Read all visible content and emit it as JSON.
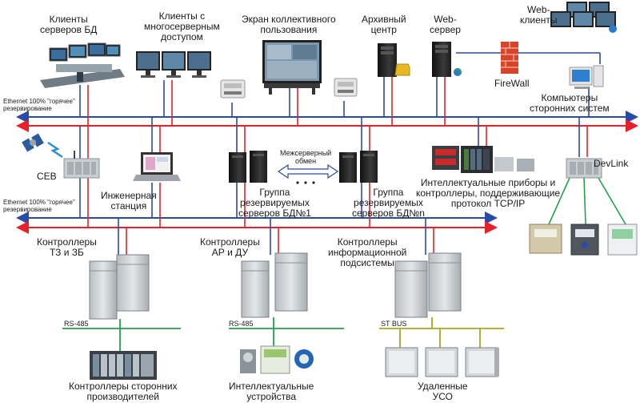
{
  "colors": {
    "bus_red": "#e8202a",
    "bus_blue": "#2b4aa8",
    "rs485_green": "#22a24a",
    "stbus_olive": "#a8a81e",
    "server_grey": "#cfd3d6",
    "server_dark": "#2a2a2a"
  },
  "labels": {
    "db_clients": "Клиенты\nсерверов БД",
    "multiserver_clients": "Клиенты с\nмногосерверным\nдоступом",
    "group_screen": "Экран коллективного\nпользования",
    "archive_center": "Архивный\nцентр",
    "web_server": "Web-\nсервер",
    "web_clients": "Web-\nклиенты",
    "firewall": "FireWall",
    "third_party_computers": "Компьютеры\nсторонних систем",
    "ethernet_top": "Ethernet 100% \"горячее\"\nрезервирование",
    "ethernet_mid": "Ethernet 100% \"горячее\"\nрезервирование",
    "sev": "СЕВ",
    "engineering_station": "Инженерная\nстанция",
    "server_group_1": "Группа\nрезервируемых\nсерверов БД№1",
    "inter_server_exchange": "Межсерверный\nобмен",
    "server_group_n": "Группа\nрезервируемых\nсерверов БД№n",
    "smart_devices_tcp": "Интеллектуальные приборы и\nконтроллеры, поддерживающие\nпротокол TCP/IP",
    "devlink": "DevLink",
    "controllers_tz": "Контроллеры\nТЗ и ЗБ",
    "controllers_ar": "Контроллеры\nАР и ДУ",
    "controllers_info": "Контроллеры\nинформационной\nподсистемы",
    "rs485_left": "RS-485",
    "rs485_mid": "RS-485",
    "stbus": "ST BUS",
    "third_party_controllers": "Контроллеры сторонних\nпроизводителей",
    "smart_devices": "Интеллектуальные\nустройства",
    "remote_uso": "Удаленные\nУСО"
  }
}
